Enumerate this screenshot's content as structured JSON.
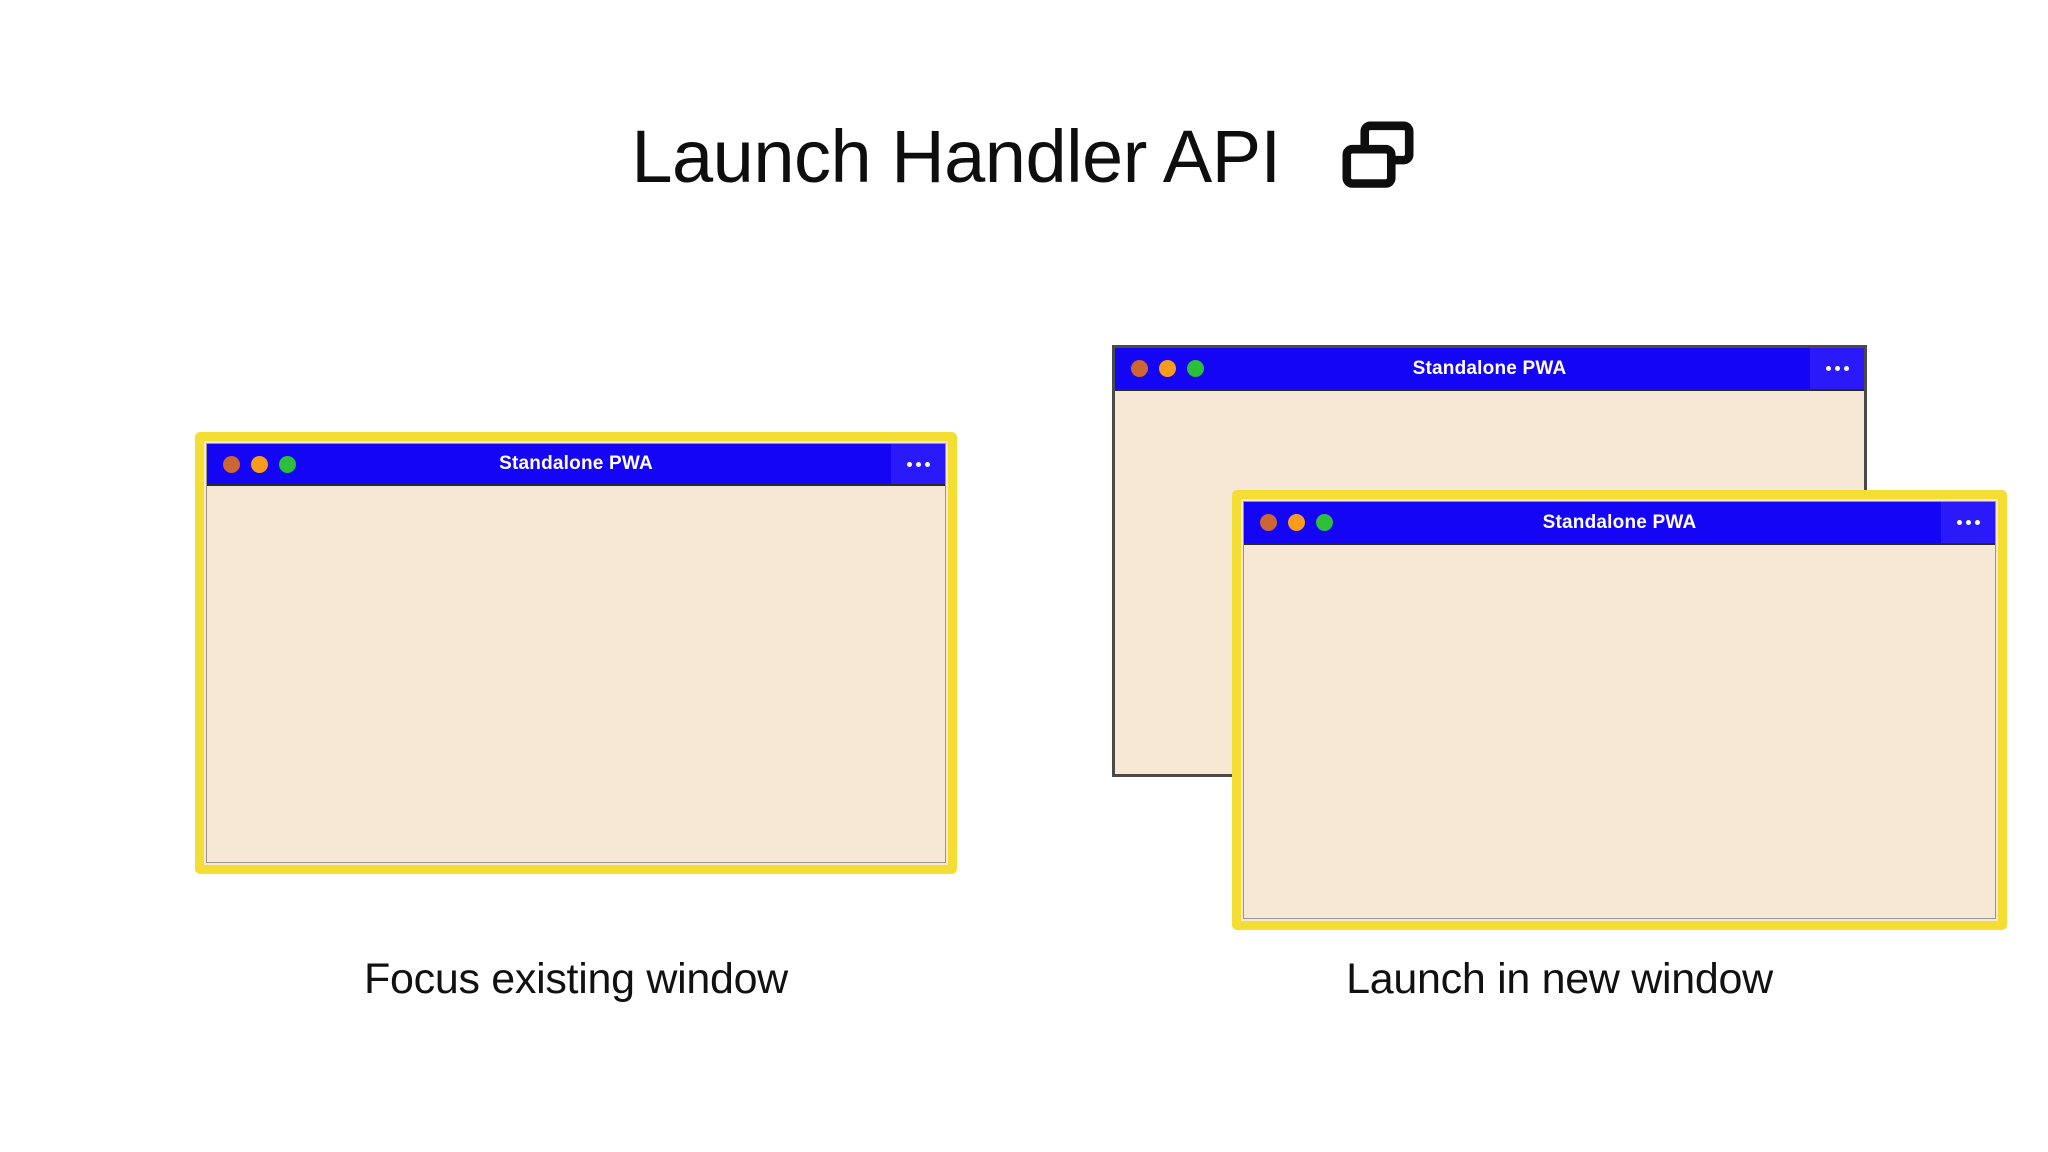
{
  "header": {
    "title": "Launch Handler API",
    "icon": "multi-window-icon"
  },
  "colors": {
    "page_background": "#FFFFFF",
    "titlebar_blue": "#1505F5",
    "menu_button_blue": "#2A1AFA",
    "window_body_cream": "#F7E8D6",
    "highlight_yellow": "#F5DE33",
    "plain_border_gray": "#4A4A48",
    "title_text": "#FFFFFF",
    "caption_text": "#111111",
    "dot_red": "#CC6633",
    "dot_amber": "#F99B1C",
    "dot_green": "#2DBE3A"
  },
  "traffic_lights": [
    {
      "name": "close-dot",
      "color": "#CC6633"
    },
    {
      "name": "minimize-dot",
      "color": "#F99B1C"
    },
    {
      "name": "maximize-dot",
      "color": "#2DBE3A"
    }
  ],
  "scenarios": [
    {
      "id": "focus-existing",
      "caption": "Focus existing window",
      "windows": [
        {
          "title": "Standalone PWA",
          "menu_label": "…",
          "highlighted": true
        }
      ]
    },
    {
      "id": "new-window",
      "caption": "Launch in new window",
      "windows": [
        {
          "title": "Standalone PWA",
          "menu_label": "…",
          "highlighted": false
        },
        {
          "title": "Standalone PWA",
          "menu_label": "…",
          "highlighted": true
        }
      ]
    }
  ]
}
